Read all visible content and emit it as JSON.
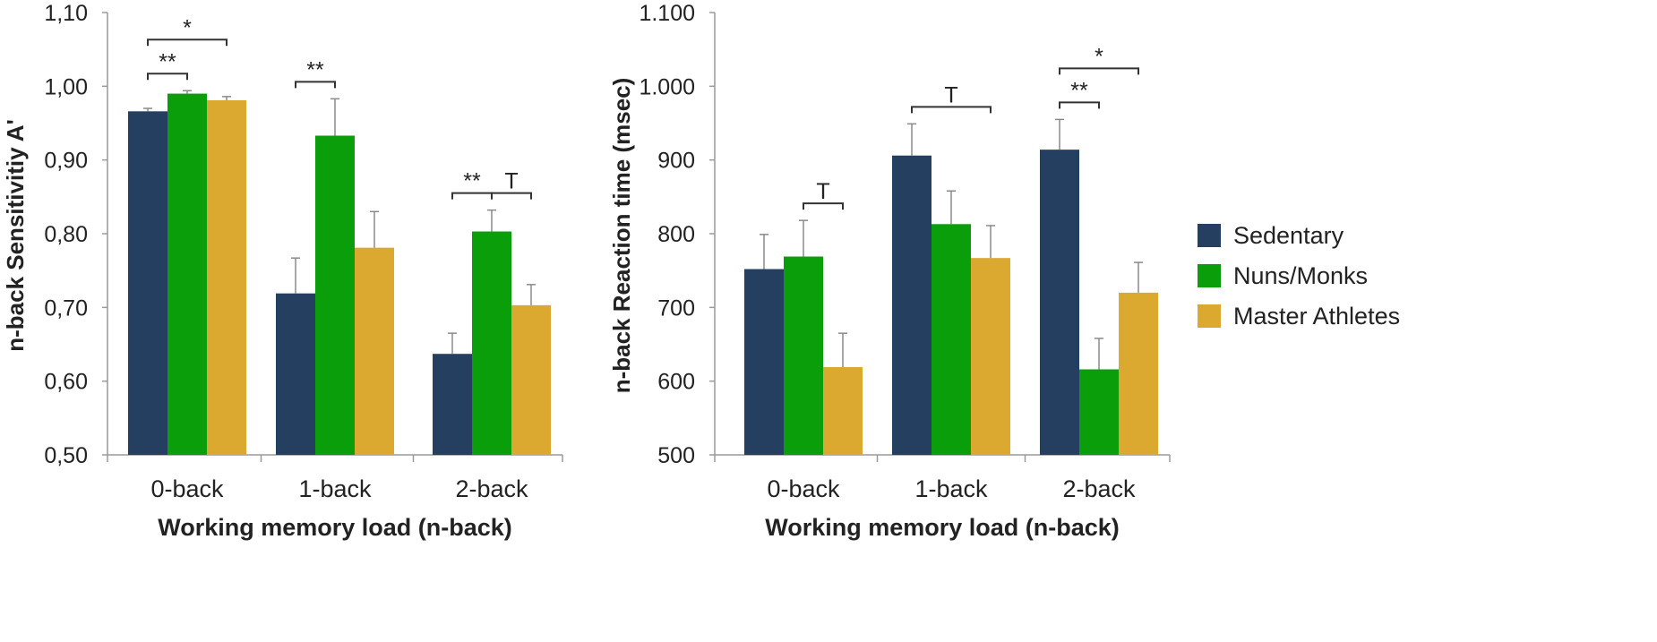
{
  "colors": {
    "Sedentary": "#243f60",
    "Nuns/Monks": "#0a9e0a",
    "Master Athletes": "#dba830"
  },
  "legend": {
    "items": [
      "Sedentary",
      "Nuns/Monks",
      "Master Athletes"
    ],
    "placement": "right"
  },
  "chart_data": [
    {
      "type": "bar",
      "xlabel": "Working memory load (n-back)",
      "ylabel": "n-back Sensitivitiy A'",
      "categories": [
        "0-back",
        "1-back",
        "2-back"
      ],
      "ylim": [
        0.5,
        1.1
      ],
      "yticks": [
        "0,50",
        "0,60",
        "0,70",
        "0,80",
        "0,90",
        "1,00",
        "1,10"
      ],
      "grid": false,
      "series": [
        {
          "name": "Sedentary",
          "values": [
            0.966,
            0.719,
            0.637
          ],
          "errors": [
            0.004,
            0.048,
            0.028
          ]
        },
        {
          "name": "Nuns/Monks",
          "values": [
            0.99,
            0.933,
            0.803
          ],
          "errors": [
            0.004,
            0.05,
            0.029
          ]
        },
        {
          "name": "Master Athletes",
          "values": [
            0.981,
            0.781,
            0.703
          ],
          "errors": [
            0.005,
            0.049,
            0.028
          ]
        }
      ],
      "annotations": [
        {
          "label": "**",
          "category": 0,
          "from_series": 0,
          "to_series": 1,
          "level": 0
        },
        {
          "label": "*",
          "category": 0,
          "from_series": 0,
          "to_series": 2,
          "level": 1
        },
        {
          "label": "**",
          "category": 1,
          "from_series": 0,
          "to_series": 1,
          "level": 0
        },
        {
          "label": "**",
          "category": 2,
          "from_series": 0,
          "to_series": 1,
          "level": 0
        },
        {
          "label": "T",
          "category": 2,
          "from_series": 1,
          "to_series": 2,
          "level": 0
        }
      ]
    },
    {
      "type": "bar",
      "xlabel": "Working memory load (n-back)",
      "ylabel": "n-back Reaction time (msec)",
      "categories": [
        "0-back",
        "1-back",
        "2-back"
      ],
      "ylim": [
        500,
        1100
      ],
      "yticks": [
        "500",
        "600",
        "700",
        "800",
        "900",
        "1.000",
        "1.100"
      ],
      "grid": false,
      "series": [
        {
          "name": "Sedentary",
          "values": [
            752,
            906,
            914
          ],
          "errors": [
            47,
            43,
            41
          ]
        },
        {
          "name": "Nuns/Monks",
          "values": [
            769,
            813,
            616
          ],
          "errors": [
            49,
            45,
            42
          ]
        },
        {
          "name": "Master Athletes",
          "values": [
            619,
            767,
            720
          ],
          "errors": [
            46,
            44,
            41
          ]
        }
      ],
      "annotations": [
        {
          "label": "T",
          "category": 0,
          "from_series": 1,
          "to_series": 2,
          "level": 0
        },
        {
          "label": "T",
          "category": 1,
          "from_series": 0,
          "to_series": 2,
          "level": 0
        },
        {
          "label": "**",
          "category": 2,
          "from_series": 0,
          "to_series": 1,
          "level": 0
        },
        {
          "label": "*",
          "category": 2,
          "from_series": 0,
          "to_series": 2,
          "level": 1
        }
      ]
    }
  ]
}
